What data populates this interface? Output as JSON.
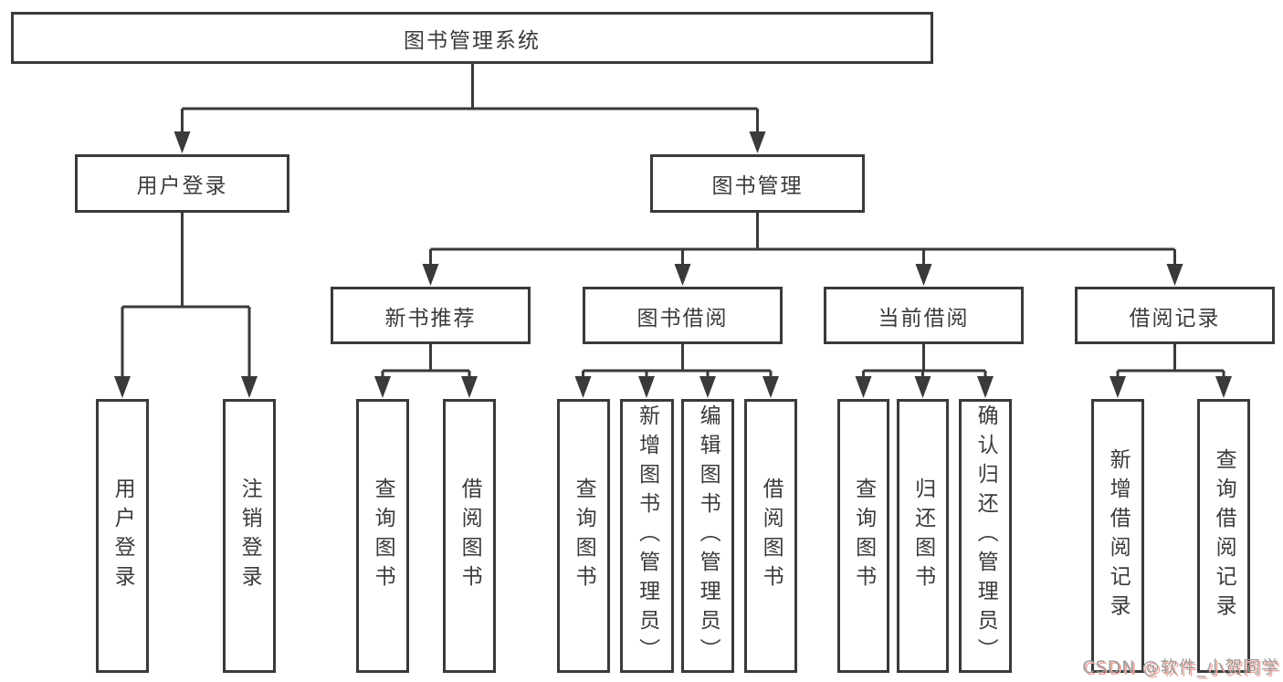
{
  "tree": {
    "root": {
      "label": "图书管理系统"
    },
    "branches": [
      {
        "label": "用户登录",
        "children": [
          {
            "label": "用户登录"
          },
          {
            "label": "注销登录"
          }
        ]
      },
      {
        "label": "图书管理",
        "sections": [
          {
            "label": "新书推荐",
            "children": [
              {
                "label": "查询图书"
              },
              {
                "label": "借阅图书"
              }
            ]
          },
          {
            "label": "图书借阅",
            "children": [
              {
                "label": "查询图书"
              },
              {
                "label": "新增图书（管理员）"
              },
              {
                "label": "编辑图书（管理员）"
              },
              {
                "label": "借阅图书"
              }
            ]
          },
          {
            "label": "当前借阅",
            "children": [
              {
                "label": "查询图书"
              },
              {
                "label": "归还图书"
              },
              {
                "label": "确认归还（管理员）"
              }
            ]
          },
          {
            "label": "借阅记录",
            "children": [
              {
                "label": "新增借阅记录"
              },
              {
                "label": "查询借阅记录"
              }
            ]
          }
        ]
      }
    ],
    "watermark": "CSDN @软件_小贺同学",
    "colors": {
      "line": "#3a3a3a",
      "text": "#3b3b3b",
      "background": "#ffffff",
      "watermark_text": "#9d9d9d",
      "watermark_shadow": "#efa8a0"
    }
  }
}
